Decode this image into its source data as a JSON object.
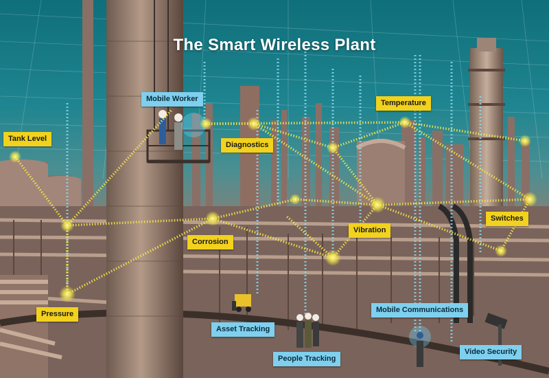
{
  "title": "The Smart Wireless Plant",
  "labels": {
    "mobile_worker": "Mobile Worker",
    "temperature": "Temperature",
    "tank_level": "Tank Level",
    "diagnostics": "Diagnostics",
    "switches": "Switches",
    "vibration": "Vibration",
    "corrosion": "Corrosion",
    "pressure": "Pressure",
    "mobile_communications": "Mobile Communications",
    "asset_tracking": "Asset Tracking",
    "people_tracking": "People Tracking",
    "video_security": "Video Security"
  },
  "colors": {
    "label_yellow": "#f2d21c",
    "label_blue": "#7fd0ee",
    "node": "#f5e84a",
    "wireless_wave": "#8ad8f0"
  }
}
